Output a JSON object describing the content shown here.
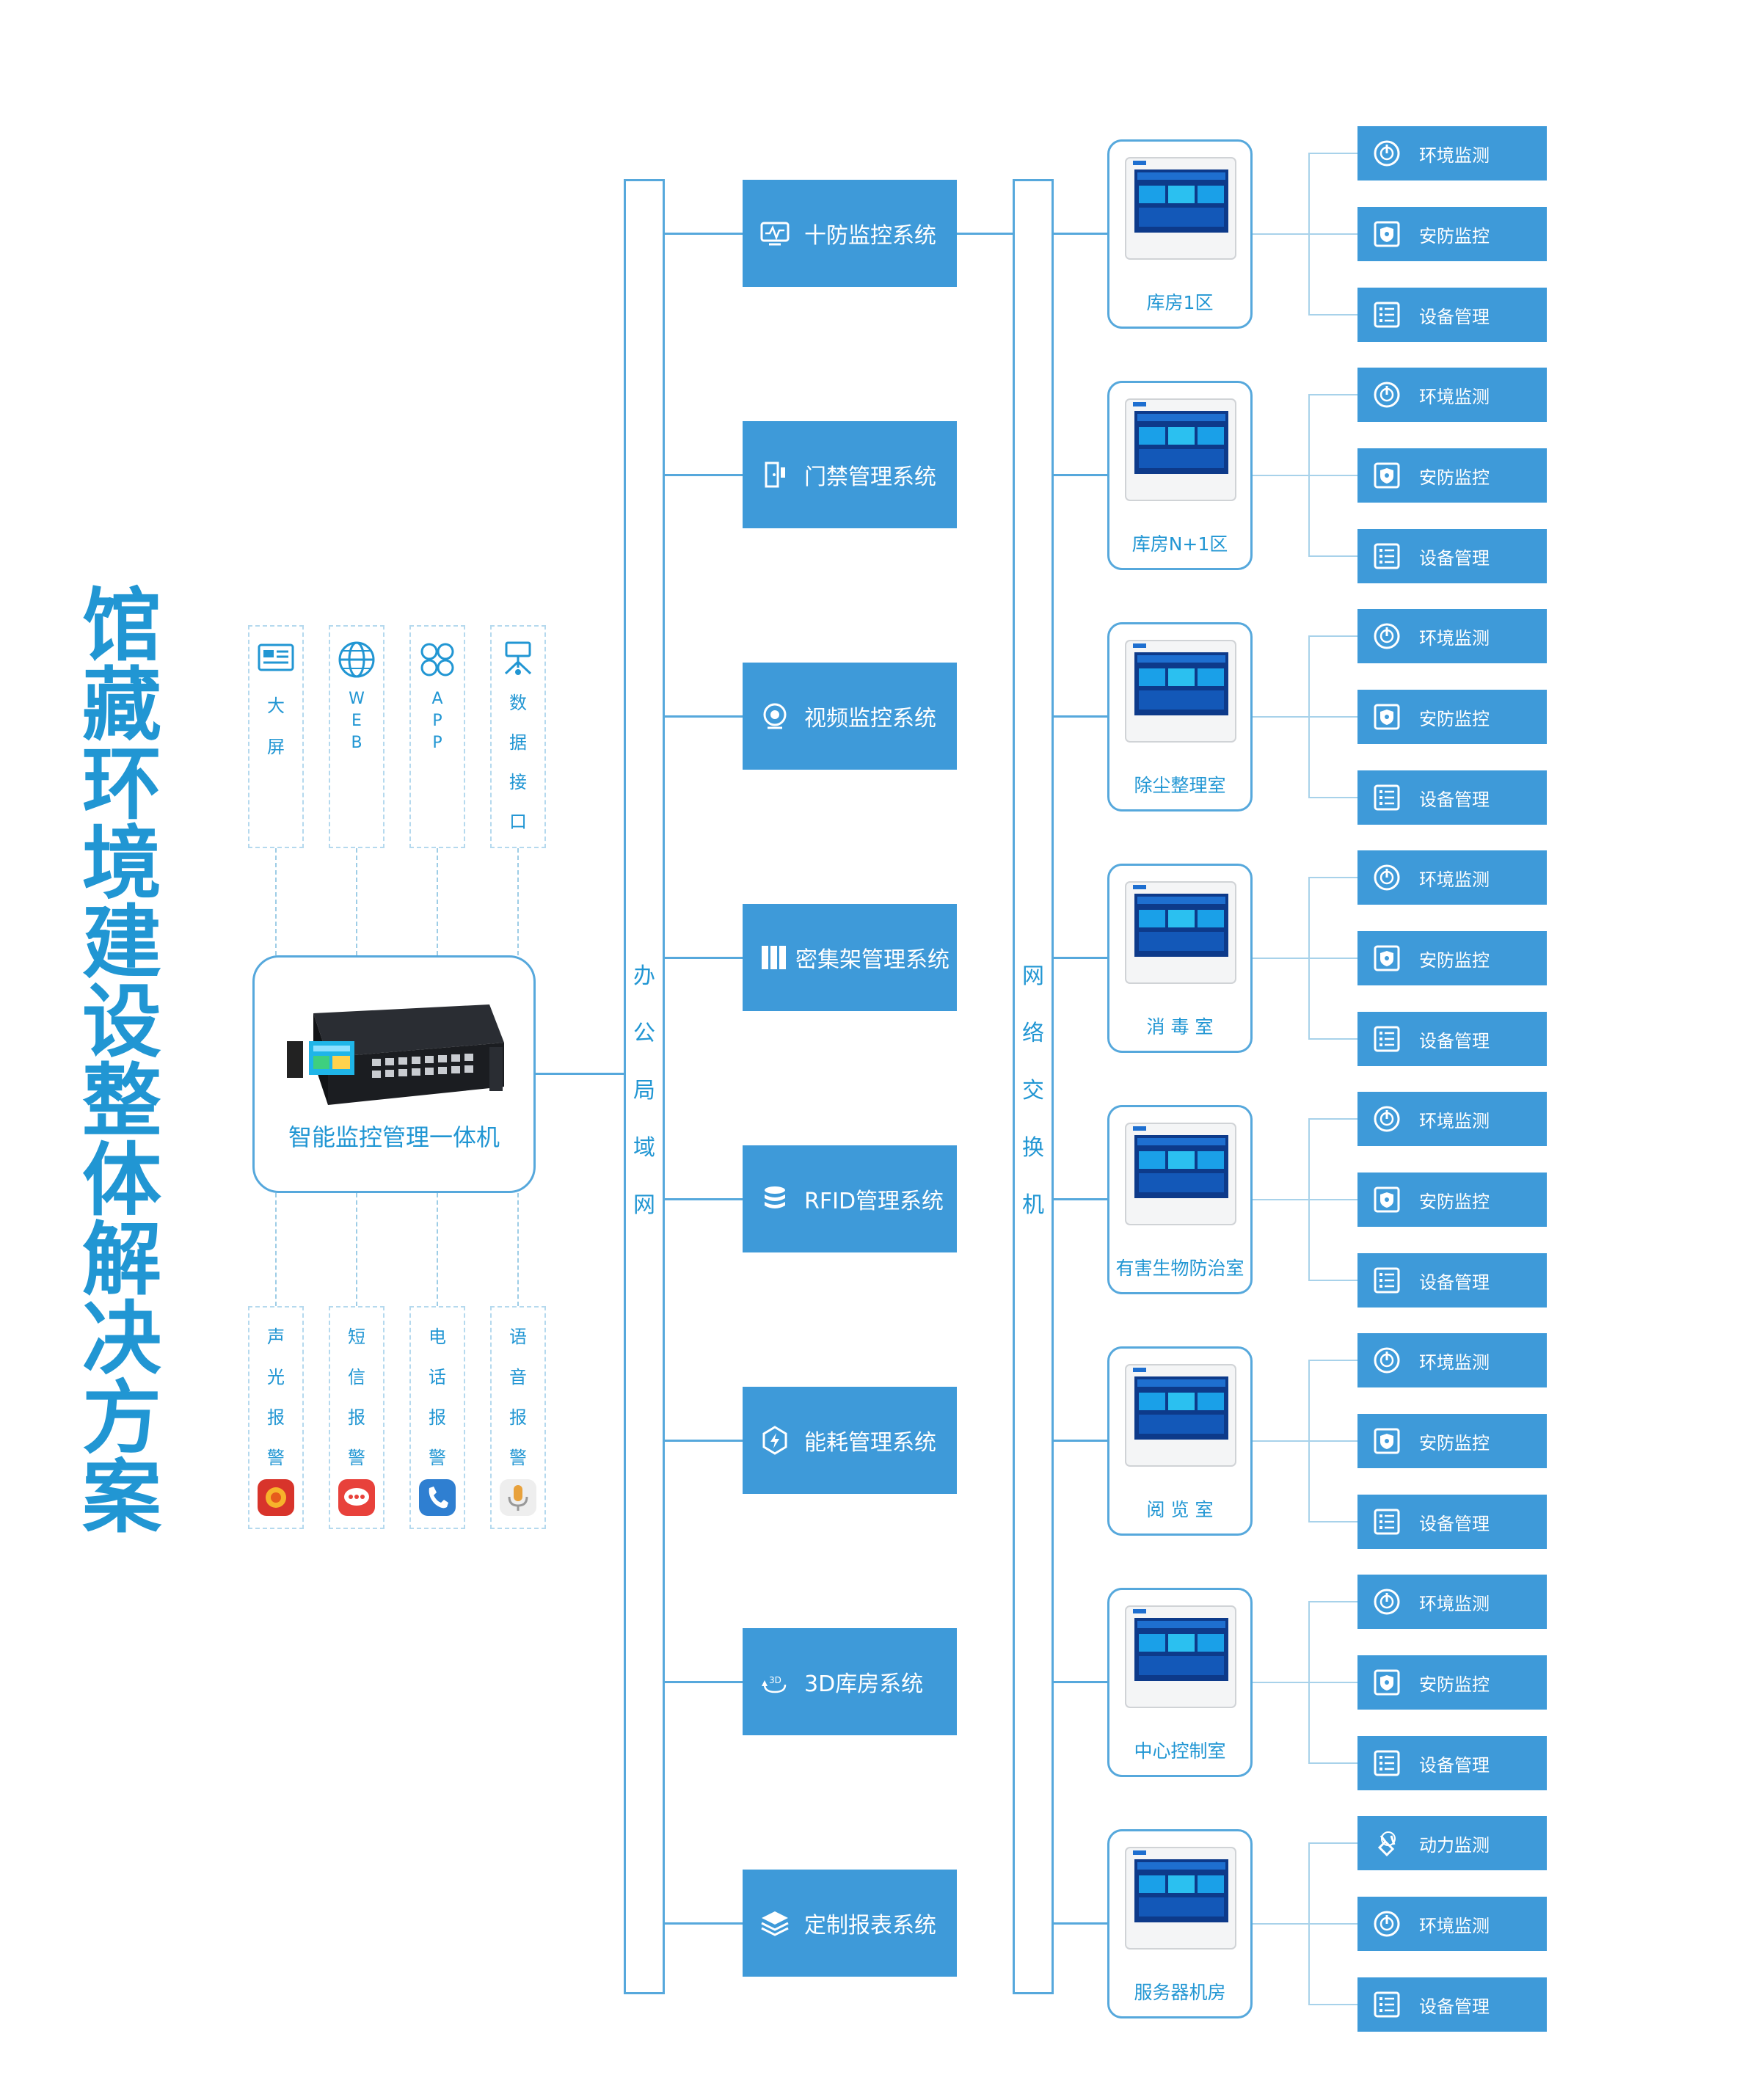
{
  "title_chars": [
    "馆",
    "藏",
    "环",
    "境",
    "建",
    "设",
    "整",
    "体",
    "解",
    "决",
    "方",
    "案"
  ],
  "top_channels": [
    {
      "icon": "display-panel-icon",
      "chars": [
        "大",
        "屏"
      ]
    },
    {
      "icon": "globe-icon",
      "chars": [
        "W",
        "E",
        "B"
      ]
    },
    {
      "icon": "app-grid-icon",
      "chars": [
        "A",
        "P",
        "P"
      ]
    },
    {
      "icon": "data-interface-icon",
      "chars": [
        "数",
        "据",
        "接",
        "口"
      ]
    }
  ],
  "bottom_alarms": [
    {
      "icon": "siren-alarm-icon",
      "chars": [
        "声",
        "光",
        "报",
        "警"
      ]
    },
    {
      "icon": "sms-bubble-icon",
      "chars": [
        "短",
        "信",
        "报",
        "警"
      ]
    },
    {
      "icon": "phone-icon",
      "chars": [
        "电",
        "话",
        "报",
        "警"
      ]
    },
    {
      "icon": "microphone-icon",
      "chars": [
        "语",
        "音",
        "报",
        "警"
      ]
    }
  ],
  "hub": {
    "label": "智能监控管理一体机"
  },
  "office_bus": {
    "chars": [
      "办",
      "公",
      "局",
      "域",
      "网"
    ]
  },
  "switch_bus": {
    "chars": [
      "网",
      "络",
      "交",
      "换",
      "机"
    ]
  },
  "systems": [
    {
      "icon": "pulse-monitor-icon",
      "label": "十防监控系统"
    },
    {
      "icon": "access-door-icon",
      "label": "门禁管理系统"
    },
    {
      "icon": "camera-icon",
      "label": "视频监控系统"
    },
    {
      "icon": "shelf-icon",
      "label": "密集架管理系统"
    },
    {
      "icon": "database-icon",
      "label": "RFID管理系统"
    },
    {
      "icon": "energy-icon",
      "label": "能耗管理系统"
    },
    {
      "icon": "3d-rotate-icon",
      "label": "3D库房系统"
    },
    {
      "icon": "layers-icon",
      "label": "定制报表系统"
    }
  ],
  "rooms": [
    {
      "label": "库房1区",
      "subs": [
        {
          "icon": "power-ring-icon",
          "label": "环境监测"
        },
        {
          "icon": "shield-icon",
          "label": "安防监控"
        },
        {
          "icon": "device-list-icon",
          "label": "设备管理"
        }
      ]
    },
    {
      "label": "库房N+1区",
      "subs": [
        {
          "icon": "power-ring-icon",
          "label": "环境监测"
        },
        {
          "icon": "shield-icon",
          "label": "安防监控"
        },
        {
          "icon": "device-list-icon",
          "label": "设备管理"
        }
      ]
    },
    {
      "label": "除尘整理室",
      "subs": [
        {
          "icon": "power-ring-icon",
          "label": "环境监测"
        },
        {
          "icon": "shield-icon",
          "label": "安防监控"
        },
        {
          "icon": "device-list-icon",
          "label": "设备管理"
        }
      ]
    },
    {
      "label": "消 毒 室",
      "subs": [
        {
          "icon": "power-ring-icon",
          "label": "环境监测"
        },
        {
          "icon": "shield-icon",
          "label": "安防监控"
        },
        {
          "icon": "device-list-icon",
          "label": "设备管理"
        }
      ]
    },
    {
      "label": "有害生物防治室",
      "subs": [
        {
          "icon": "power-ring-icon",
          "label": "环境监测"
        },
        {
          "icon": "shield-icon",
          "label": "安防监控"
        },
        {
          "icon": "device-list-icon",
          "label": "设备管理"
        }
      ]
    },
    {
      "label": "阅 览 室",
      "subs": [
        {
          "icon": "power-ring-icon",
          "label": "环境监测"
        },
        {
          "icon": "shield-icon",
          "label": "安防监控"
        },
        {
          "icon": "device-list-icon",
          "label": "设备管理"
        }
      ]
    },
    {
      "label": "中心控制室",
      "subs": [
        {
          "icon": "power-ring-icon",
          "label": "环境监测"
        },
        {
          "icon": "shield-icon",
          "label": "安防监控"
        },
        {
          "icon": "device-list-icon",
          "label": "设备管理"
        }
      ]
    },
    {
      "label": "服务器机房",
      "subs": [
        {
          "icon": "power-plug-icon",
          "label": "动力监测"
        },
        {
          "icon": "power-ring-icon",
          "label": "环境监测"
        },
        {
          "icon": "device-list-icon",
          "label": "设备管理"
        }
      ]
    }
  ],
  "colors": {
    "primary": "#2196D3",
    "box": "#3E9AD9",
    "line": "#56A8DC"
  }
}
